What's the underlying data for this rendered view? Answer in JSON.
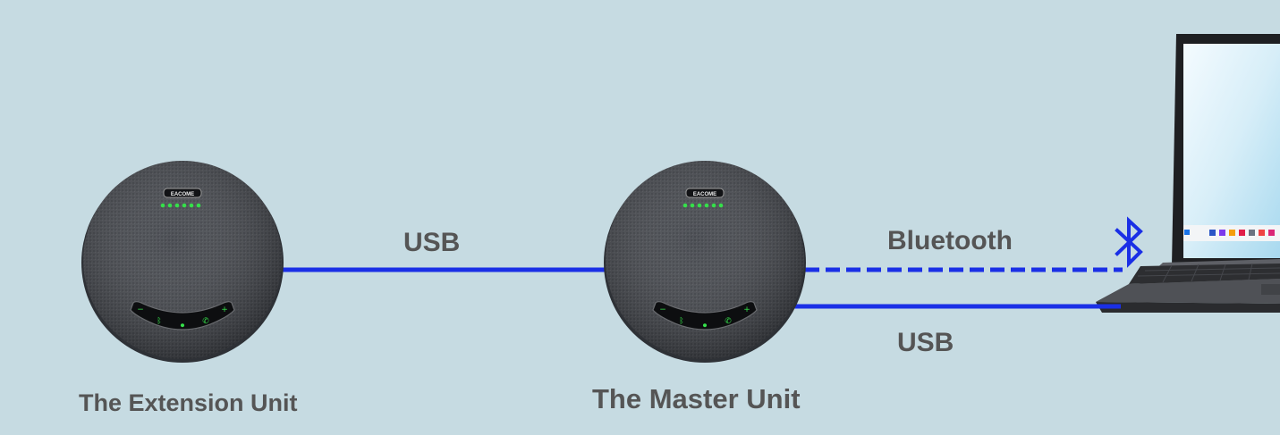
{
  "diagram": {
    "labels": {
      "usb_link_left": "USB",
      "bluetooth_link": "Bluetooth",
      "usb_link_right": "USB",
      "extension_unit": "The Extension Unit",
      "master_unit": "The Master Unit"
    },
    "device_brand": "EACOME",
    "colors": {
      "background": "#c6dbe2",
      "connection_line": "#1a2fe6",
      "label_text": "#555555",
      "speaker_body": "#3f4248",
      "status_led": "#35e04a"
    },
    "icons": [
      "bluetooth-icon",
      "laptop",
      "speakerphone"
    ]
  }
}
